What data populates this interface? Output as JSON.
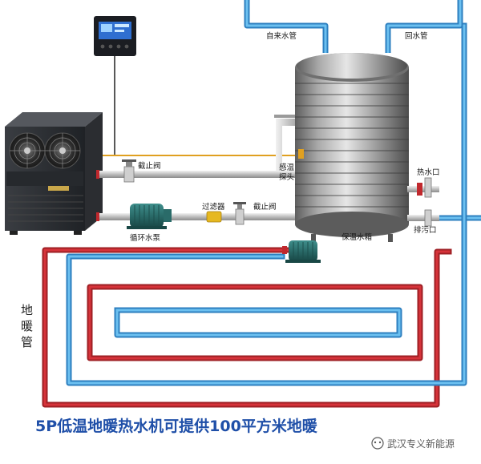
{
  "labels": {
    "tap_water_pipe": "自来水管",
    "return_pipe": "回水管",
    "shutoff_valve_top": "截止阀",
    "temp_probe_1": "感温",
    "temp_probe_2": "探头",
    "hot_water_outlet": "热水口",
    "filter": "过滤器",
    "shutoff_valve_bottom": "截止阀",
    "drain_outlet": "排污口",
    "circulation_pump": "循环水泵",
    "insulated_tank": "保温水箱",
    "floor_heating_chars": [
      "地",
      "暖",
      "管"
    ]
  },
  "caption": "5P低温地暖热水机可提供100平方米地暖",
  "watermark": "武汉专义新能源",
  "colors": {
    "hot_pipe": "#c0282d",
    "cold_pipe": "#4aa3df",
    "caption": "#1f4fa8",
    "tank": "#8a8a8a"
  }
}
